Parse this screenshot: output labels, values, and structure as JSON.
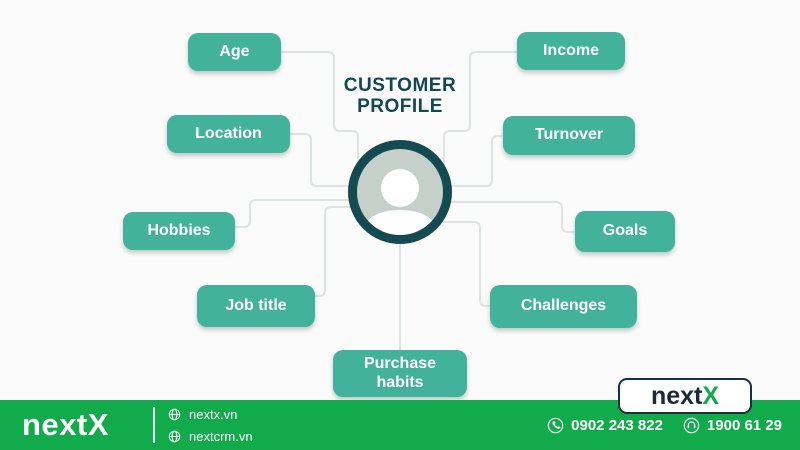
{
  "diagram": {
    "title_line1": "CUSTOMER",
    "title_line2": "PROFILE",
    "nodes": [
      {
        "id": "age",
        "label": "Age"
      },
      {
        "id": "income",
        "label": "Income"
      },
      {
        "id": "location",
        "label": "Location"
      },
      {
        "id": "turnover",
        "label": "Turnover"
      },
      {
        "id": "hobbies",
        "label": "Hobbies"
      },
      {
        "id": "goals",
        "label": "Goals"
      },
      {
        "id": "job-title",
        "label": "Job title"
      },
      {
        "id": "challenges",
        "label": "Challenges"
      },
      {
        "id": "purchase-habits",
        "label": "Purchase habits"
      }
    ],
    "icons": {
      "center": "customer-avatar-icon"
    },
    "colors": {
      "node_fill": "#43b29a",
      "node_text": "#ffffff",
      "title_text": "#12494e",
      "avatar_ring": "#134b50",
      "avatar_bg": "#c6d0cb",
      "connector": "#dce3e0",
      "background": "#fafbfa"
    }
  },
  "footer": {
    "brand": "nextX",
    "websites": [
      {
        "label": "nextx.vn",
        "icon": "globe-icon"
      },
      {
        "label": "nextcrm.vn",
        "icon": "globe-icon"
      }
    ],
    "contacts": [
      {
        "label": "0902 243 822",
        "icon": "phone-icon"
      },
      {
        "label": "1900 61 29",
        "icon": "support-icon"
      }
    ],
    "colors": {
      "background": "#12ab4b",
      "text": "#ffffff"
    }
  },
  "logo_badge": {
    "text_dark": "next",
    "text_accent": "X",
    "accent_color": "#12ab4b"
  }
}
